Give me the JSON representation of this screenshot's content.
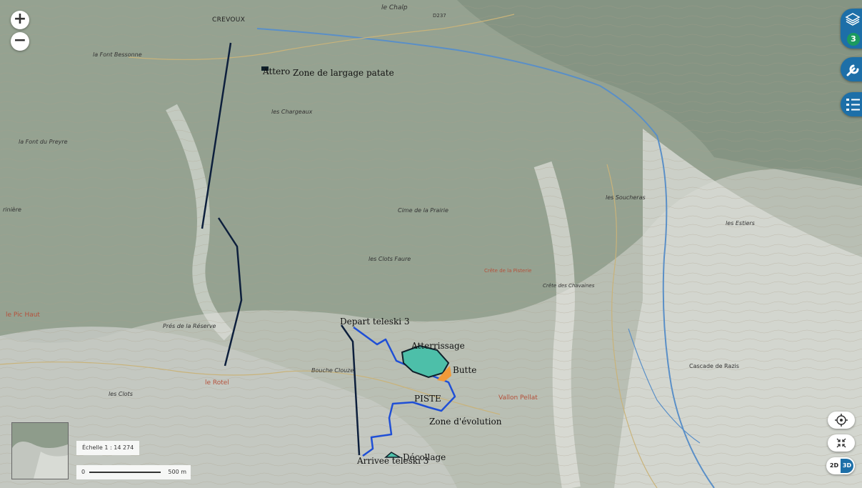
{
  "map": {
    "places": {
      "crevoux": "CREVOUX",
      "le_chalp": "le Chalp",
      "la_font_bessonne": "la Font Bessonne",
      "les_chargeaux": "les Chargeaux",
      "la_font_du_preyre": "la Font du Preyre",
      "cime_de_la_prairie": "Cime de la Prairie",
      "les_clots_faure": "les Clots Faure",
      "les_soucheras": "les Soucheras",
      "les_estiers": "les Estiers",
      "crete_de_la_pisterie": "Crête de la Pisterie",
      "crete_des_chavaines": "Crête des Chavaines",
      "le_pic_haut": "le Pic Haut",
      "pres_de_la_reserve": "Prés de la Réserve",
      "bouche_clouze": "Bouche Clouze",
      "le_rotel": "le Rotel",
      "vallon_pellat": "Vallon Pellat",
      "les_clots": "les Clots",
      "cascade_de_razis": "Cascade de Razis",
      "rinniere": "rinière",
      "road_d237": "D237"
    },
    "annotations": {
      "attero": "Attero",
      "zone_largage": "Zone de largage patate",
      "depart_teleski": "Depart teleski 3",
      "atterrissage": "Atterrissage",
      "butte": "Butte",
      "piste": "PISTE",
      "zone_evolution": "Zone d'évolution",
      "arrivee_teleski": "Arrivee teleski 3",
      "decollage": "Décollage"
    },
    "colors": {
      "terrain": "#b7bdb2",
      "forest": "#8a9a88",
      "route": "#1f4fd6",
      "lift": "#0d1f3c",
      "zone_fill": "#4dbfa9",
      "butte_fill": "#f09a3a",
      "accent": "#1d6fa8",
      "badge": "#1b9a60"
    }
  },
  "controls": {
    "zoom_in": "+",
    "zoom_out": "−",
    "layers_count": "3",
    "scale_label": "Échelle 1 : 14 274",
    "scale_zero": "0",
    "scale_distance": "500 m",
    "mode_2d": "2D",
    "mode_3d": "3D"
  }
}
